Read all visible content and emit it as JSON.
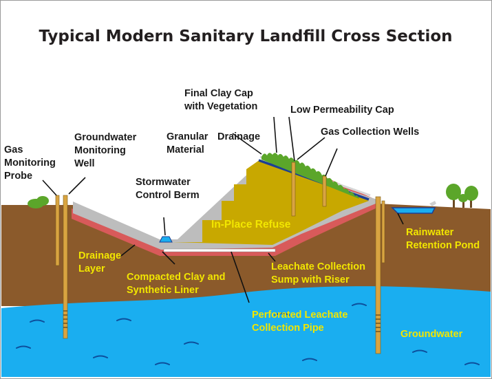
{
  "title": "Typical Modern Sanitary Landfill Cross Section",
  "labels": {
    "gas_probe": [
      "Gas",
      "Monitoring",
      "Probe"
    ],
    "gw_well": [
      "Groundwater",
      "Monitoring",
      "Well"
    ],
    "stormwater_berm": [
      "Stormwater",
      "Control Berm"
    ],
    "granular": [
      "Granular",
      "Material"
    ],
    "drainage_word": "Drainage",
    "final_cap": [
      "Final Clay Cap",
      "with Vegetation"
    ],
    "low_perm": "Low Permeability Cap",
    "gas_wells": "Gas Collection  Wells",
    "refuse": "In-Place Refuse",
    "drainage_layer": [
      "Drainage",
      "Layer"
    ],
    "liner": [
      "Compacted Clay and",
      "Synthetic Liner"
    ],
    "leachate_sump": [
      "Leachate Collection",
      "Sump with Riser"
    ],
    "perforated_pipe": [
      "Perforated Leachate",
      "Collection Pipe"
    ],
    "rain_pond": [
      "Rainwater",
      "Retention Pond"
    ],
    "groundwater": "Groundwater"
  },
  "colors": {
    "soil": "#8b5a2b",
    "groundwater": "#1aaef0",
    "refuse": "#c8a800",
    "liner": "#d85a5a",
    "drainage_layer": "#bdbdbd",
    "cap": "#1c3f94",
    "vegetation": "#5ba62a",
    "label_yellow": "#f2e600"
  }
}
